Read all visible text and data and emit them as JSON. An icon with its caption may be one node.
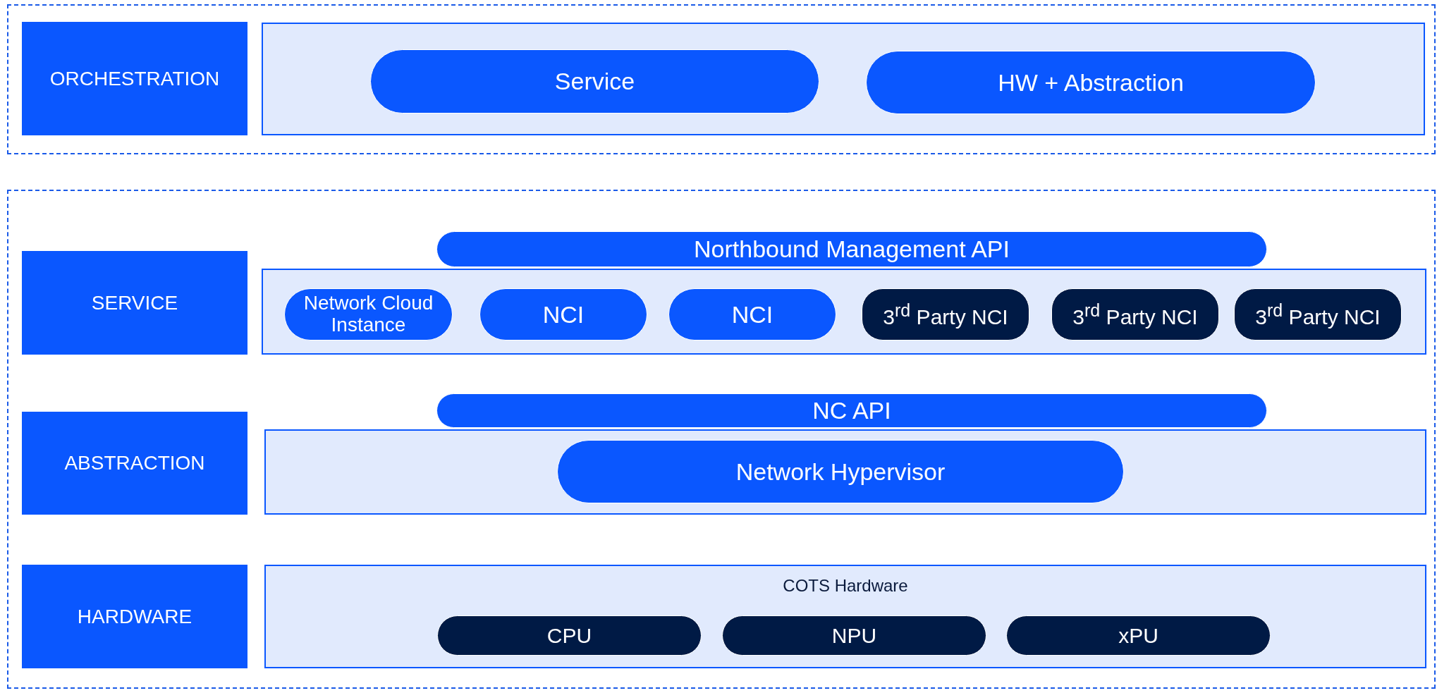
{
  "diagram": {
    "nodes": [
      {
        "text": [],
        "shape": "box"
      },
      {
        "text": [
          "ORCHESTRATION"
        ],
        "in": 0
      },
      {
        "text": [],
        "shape": "box",
        "in": 0
      },
      {
        "text": [
          "Service"
        ],
        "in": 2
      },
      {
        "text": [
          "HW + Abstraction"
        ],
        "in": 2
      },
      {
        "text": [],
        "shape": "box"
      },
      {
        "text": [
          "SERVICE"
        ],
        "in": 5
      },
      {
        "text": [],
        "shape": "box",
        "in": 5
      },
      {
        "text": [
          "Northbound Management API"
        ],
        "in": 5
      },
      {
        "text": [
          "Network Cloud Instance"
        ],
        "in": 7
      },
      {
        "text": [
          "NCI"
        ],
        "in": 7
      },
      {
        "text": [
          "NCI"
        ],
        "in": 7
      },
      {
        "text": [
          "3$^{rd}$ Party NCI"
        ],
        "in": 7
      },
      {
        "text": [
          "3$^{rd}$ Party NCI"
        ],
        "in": 7
      },
      {
        "text": [
          "3$^{rd}$ Party NCI"
        ],
        "in": 7
      },
      {
        "text": [
          "ABSTRACTION"
        ],
        "in": 5
      },
      {
        "text": [],
        "shape": "box",
        "in": 5
      },
      {
        "text": [
          "NC API"
        ],
        "in": 5
      },
      {
        "text": [
          "Network Hypervisor"
        ],
        "in": 16
      },
      {
        "text": [
          "HARDWARE"
        ],
        "in": 5
      },
      {
        "text": [
          "COTS Hardware"
        ],
        "in": 5
      },
      {
        "text": [
          "CPU"
        ],
        "in": 20
      },
      {
        "text": [
          "NPU"
        ],
        "in": 20
      },
      {
        "text": [
          "xPU"
        ],
        "in": 20
      }
    ],
    "edges": []
  }
}
